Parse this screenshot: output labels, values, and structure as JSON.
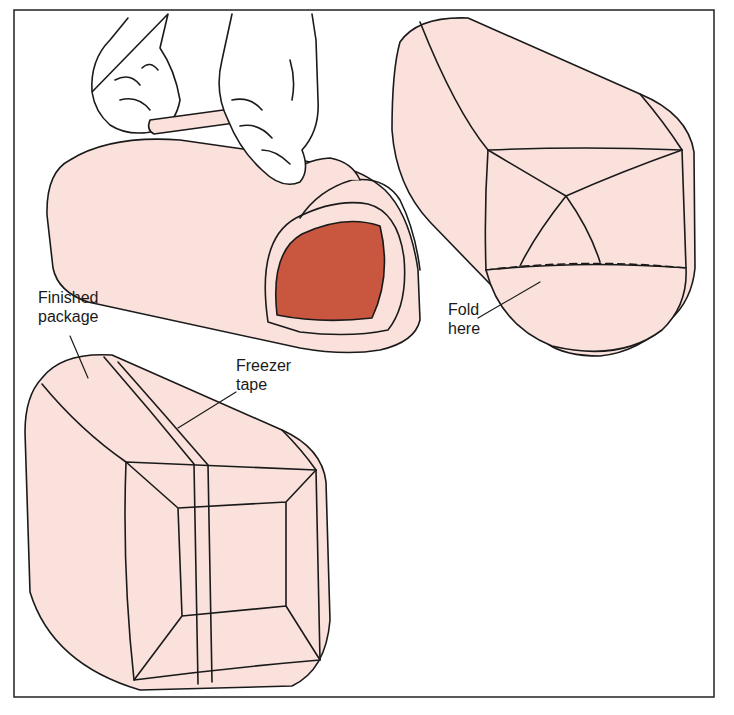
{
  "diagram": {
    "labels": [
      "Finished package",
      "Freezer tape",
      "Fold here"
    ]
  }
}
